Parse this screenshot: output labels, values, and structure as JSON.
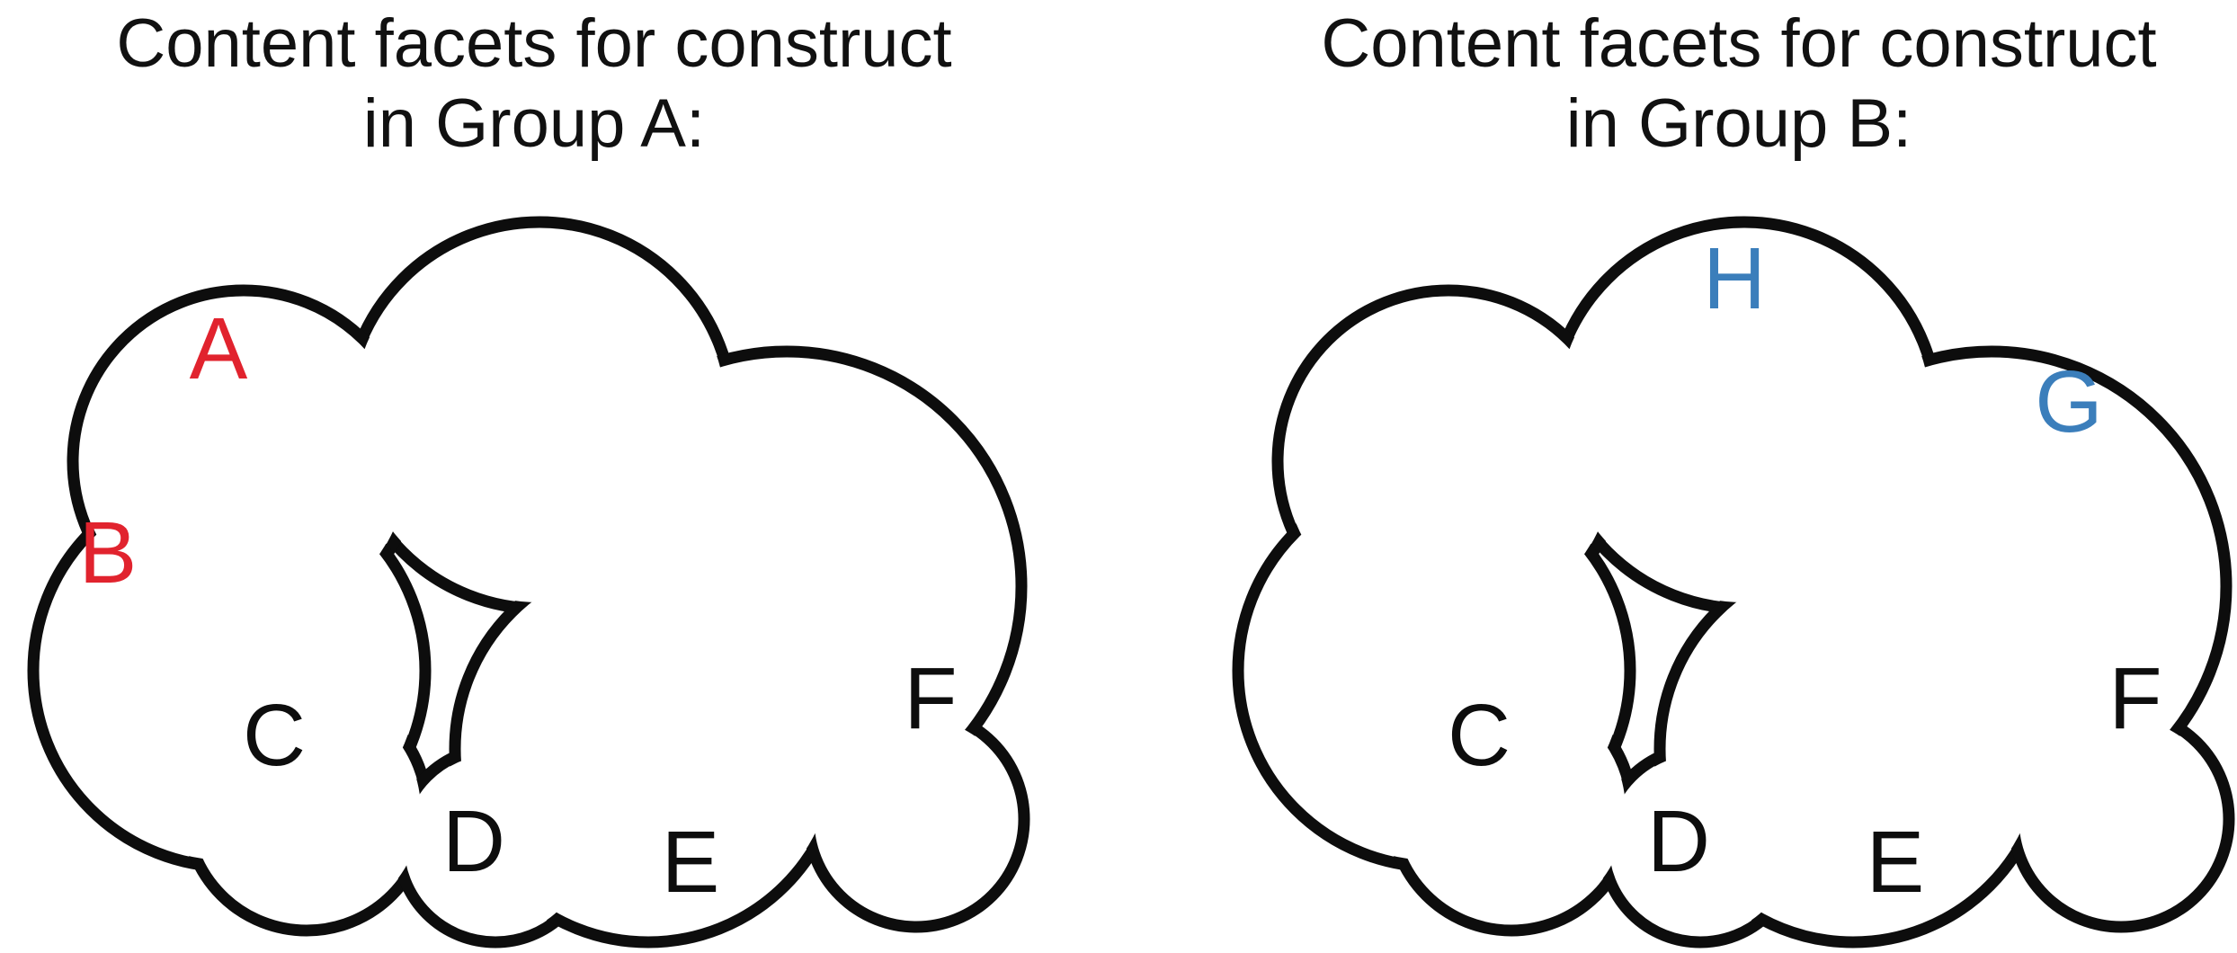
{
  "figure": {
    "background": "#ffffff",
    "outline_color": "#0d0d0d",
    "title_color": "#111111",
    "group_a_accent": "#e1232e",
    "group_b_accent": "#3b7ebb",
    "facet_default_color": "#0d0d0d"
  },
  "panels": [
    {
      "id": "group-a",
      "title_line1": "Content facets for construct",
      "title_line2": "in Group A:",
      "facets": [
        {
          "label": "A",
          "color": "#e1232e"
        },
        {
          "label": "B",
          "color": "#e1232e"
        },
        {
          "label": "C",
          "color": "#0d0d0d"
        },
        {
          "label": "D",
          "color": "#0d0d0d"
        },
        {
          "label": "E",
          "color": "#0d0d0d"
        },
        {
          "label": "F",
          "color": "#0d0d0d"
        }
      ]
    },
    {
      "id": "group-b",
      "title_line1": "Content facets for construct",
      "title_line2": "in Group B:",
      "facets": [
        {
          "label": "H",
          "color": "#3b7ebb"
        },
        {
          "label": "G",
          "color": "#3b7ebb"
        },
        {
          "label": "C",
          "color": "#0d0d0d"
        },
        {
          "label": "D",
          "color": "#0d0d0d"
        },
        {
          "label": "E",
          "color": "#0d0d0d"
        },
        {
          "label": "F",
          "color": "#0d0d0d"
        }
      ]
    }
  ]
}
